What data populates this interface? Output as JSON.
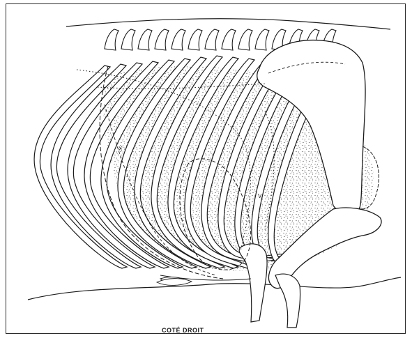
{
  "figure": {
    "caption": "COTÉ DROIT",
    "markers": {
      "x": "X",
      "v": "V"
    }
  },
  "colors": {
    "ink": "#1a1a1a",
    "paper": "#ffffff",
    "stipple": "#8a8a8a"
  }
}
